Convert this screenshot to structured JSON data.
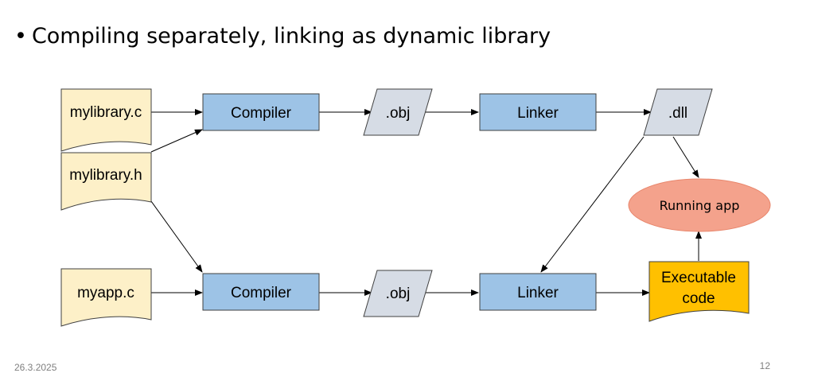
{
  "slide": {
    "title": "Compiling separately, linking as dynamic library",
    "date": "26.3.2025",
    "page_number": "12"
  },
  "diagram": {
    "documents": {
      "mylibrary_c": "mylibrary.c",
      "mylibrary_h": "mylibrary.h",
      "myapp_c": "myapp.c"
    },
    "processes": {
      "compiler_top": "Compiler",
      "compiler_bottom": "Compiler",
      "linker_top": "Linker",
      "linker_bottom": "Linker"
    },
    "data_nodes": {
      "obj_top": ".obj",
      "obj_bottom": ".obj",
      "dll": ".dll"
    },
    "running_app": "Running app",
    "executable": {
      "line1": "Executable",
      "line2": "code"
    },
    "colors": {
      "document_fill": "#fdf0c8",
      "process_fill": "#9dc3e6",
      "data_fill": "#d6dce5",
      "running_app_fill": "#f4a28c",
      "executable_fill": "#ffc000",
      "stroke": "#404040"
    }
  }
}
